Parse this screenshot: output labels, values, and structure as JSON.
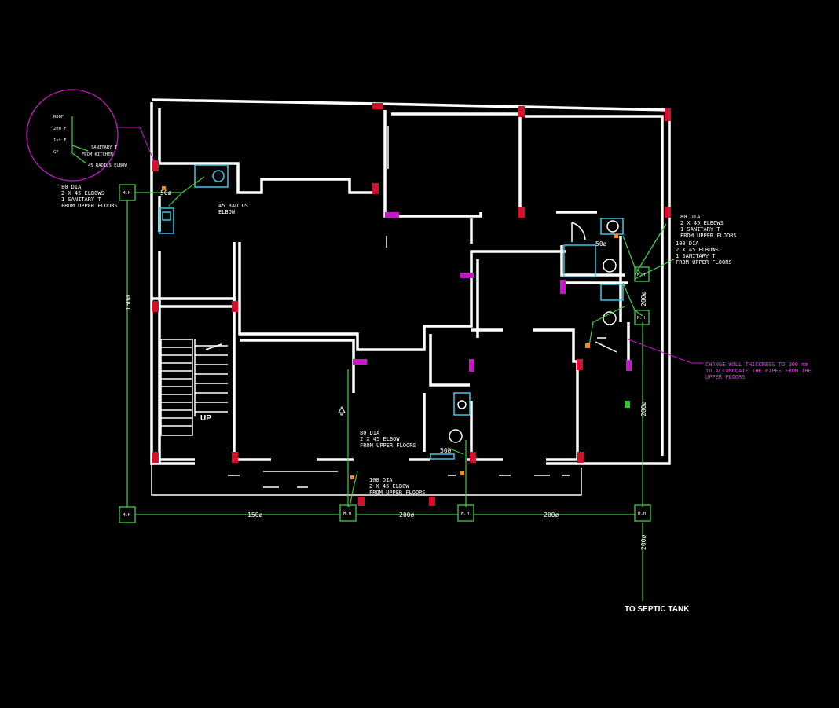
{
  "drawing": {
    "riser_detail": {
      "levels": [
        "ROOF",
        "2nd F",
        "1st F",
        "GF"
      ],
      "notes": [
        "SANITARY T",
        "FROM KITCHEN",
        "45 RADIUS ELBOW"
      ]
    },
    "annotations": {
      "top_left_note": [
        "80 DIA",
        "2 X 45 ELBOWS",
        "1 SANITARY T",
        "FROM UPPER FLOORS"
      ],
      "radius_elbow": [
        "45 RADIUS",
        "ELBOW"
      ],
      "right_note_1": [
        "80 DIA",
        "2 X 45 ELBOWS",
        "1 SANITARY T",
        "FROM UPPER FLOORS"
      ],
      "right_note_2": [
        "100 DIA",
        "2 X 45 ELBOWS",
        "1 SANITARY T",
        "FROM UPPER FLOORS"
      ],
      "mid_note_1": [
        "80 DIA",
        "2 X 45 ELBOW",
        "FROM UPPER FLOORS"
      ],
      "mid_note_2": [
        "100 DIA",
        "2 X 45 ELBOW",
        "FROM UPPER FLOORS"
      ],
      "wall_note": [
        "CHANGE WALL THICKNESS TO 300 mm",
        "TO ACCOMODATE THE PIPES FROM THE",
        "UPPER FLOORS"
      ],
      "stair_label": "UP",
      "septic": "TO SEPTIC TANK"
    },
    "pipe_sizes": {
      "left_vertical": "150ø",
      "bottom_1": "150ø",
      "bottom_2": "200ø",
      "bottom_3": "200ø",
      "right_vertical_1": "200ø",
      "right_vertical_2": "200ø",
      "to_septic": "200ø",
      "small_1": "50ø",
      "small_2": "50ø",
      "small_3": "50ø"
    },
    "manhole_label": "M.H",
    "colors": {
      "wall": "#ffffff",
      "pipe": "#3fd13f",
      "column": "#d6102a",
      "magenta": "#c418c4",
      "fixture": "#3cc8e8"
    }
  }
}
